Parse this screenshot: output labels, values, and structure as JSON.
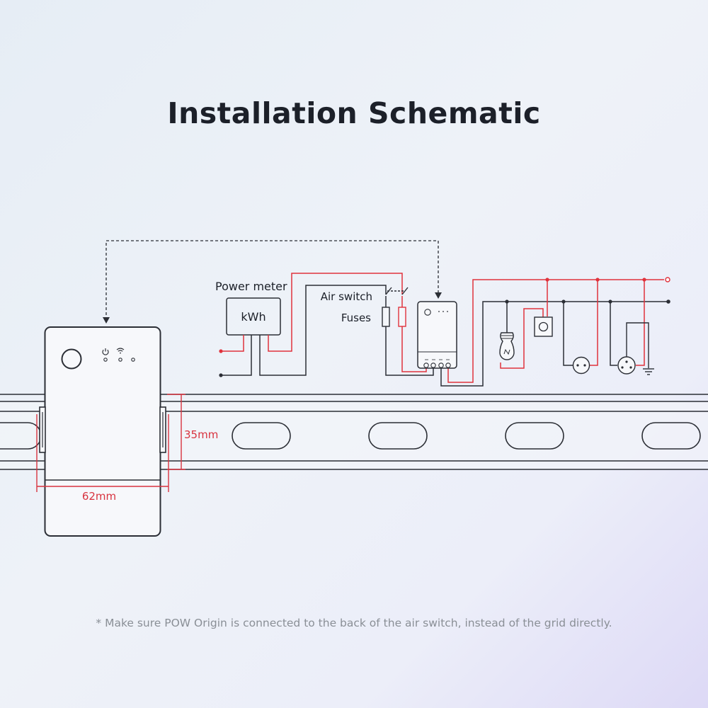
{
  "title": "Installation Schematic",
  "labels": {
    "power_meter": "Power meter",
    "kwh": "kWh",
    "air_switch": "Air switch",
    "fuses": "Fuses"
  },
  "dimensions": {
    "height": "35mm",
    "width": "62mm"
  },
  "note": "* Make sure POW Origin is connected to the back of the air switch, instead of the grid directly.",
  "colors": {
    "live_wire": "#e0323c",
    "neutral_wire": "#2a2a2a",
    "dimension": "#d8333f",
    "title": "#1c2029",
    "note": "#8a8f96"
  },
  "icons": [
    "power-icon",
    "wifi-icon",
    "bulb-icon",
    "socket-icon",
    "ground-icon",
    "button-icon"
  ]
}
